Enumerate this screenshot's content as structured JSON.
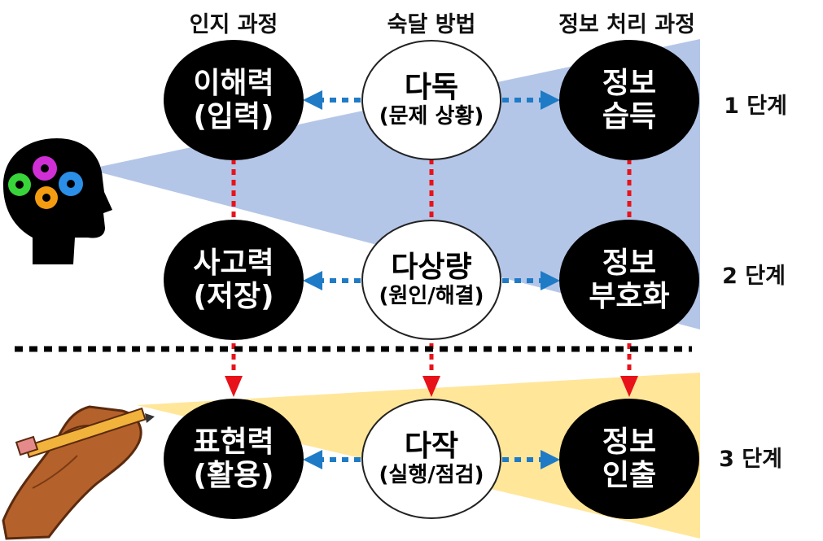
{
  "headers": {
    "cognitive": "인지 과정",
    "method": "숙달 방법",
    "info": "정보 처리 과정"
  },
  "stages": [
    "1 단계",
    "2 단계",
    "3 단계"
  ],
  "nodes": {
    "cognitive_1": {
      "line1": "이해력",
      "line2": "(입력)"
    },
    "cognitive_2": {
      "line1": "사고력",
      "line2": "(저장)"
    },
    "cognitive_3": {
      "line1": "표현력",
      "line2": "(활용)"
    },
    "method_1": {
      "line1": "다독",
      "line2": "(문제 상황)"
    },
    "method_2": {
      "line1": "다상량",
      "line2": "(원인/해결)"
    },
    "method_3": {
      "line1": "다작",
      "line2": "(실행/점검)"
    },
    "info_1": {
      "line1": "정보",
      "line2": "습득"
    },
    "info_2": {
      "line1": "정보",
      "line2": "부호화"
    },
    "info_3": {
      "line1": "정보",
      "line2": "인출"
    }
  },
  "colors": {
    "blue_beam": "#b4c6e7",
    "yellow_beam": "#ffe699",
    "arrow_blue": "#1f7bc6",
    "arrow_red": "#e8121b",
    "node_dark": "#000000",
    "divider": "#000000"
  },
  "icons": {
    "head": "head-with-gears-icon",
    "hand": "hand-writing-with-pencil-icon"
  }
}
